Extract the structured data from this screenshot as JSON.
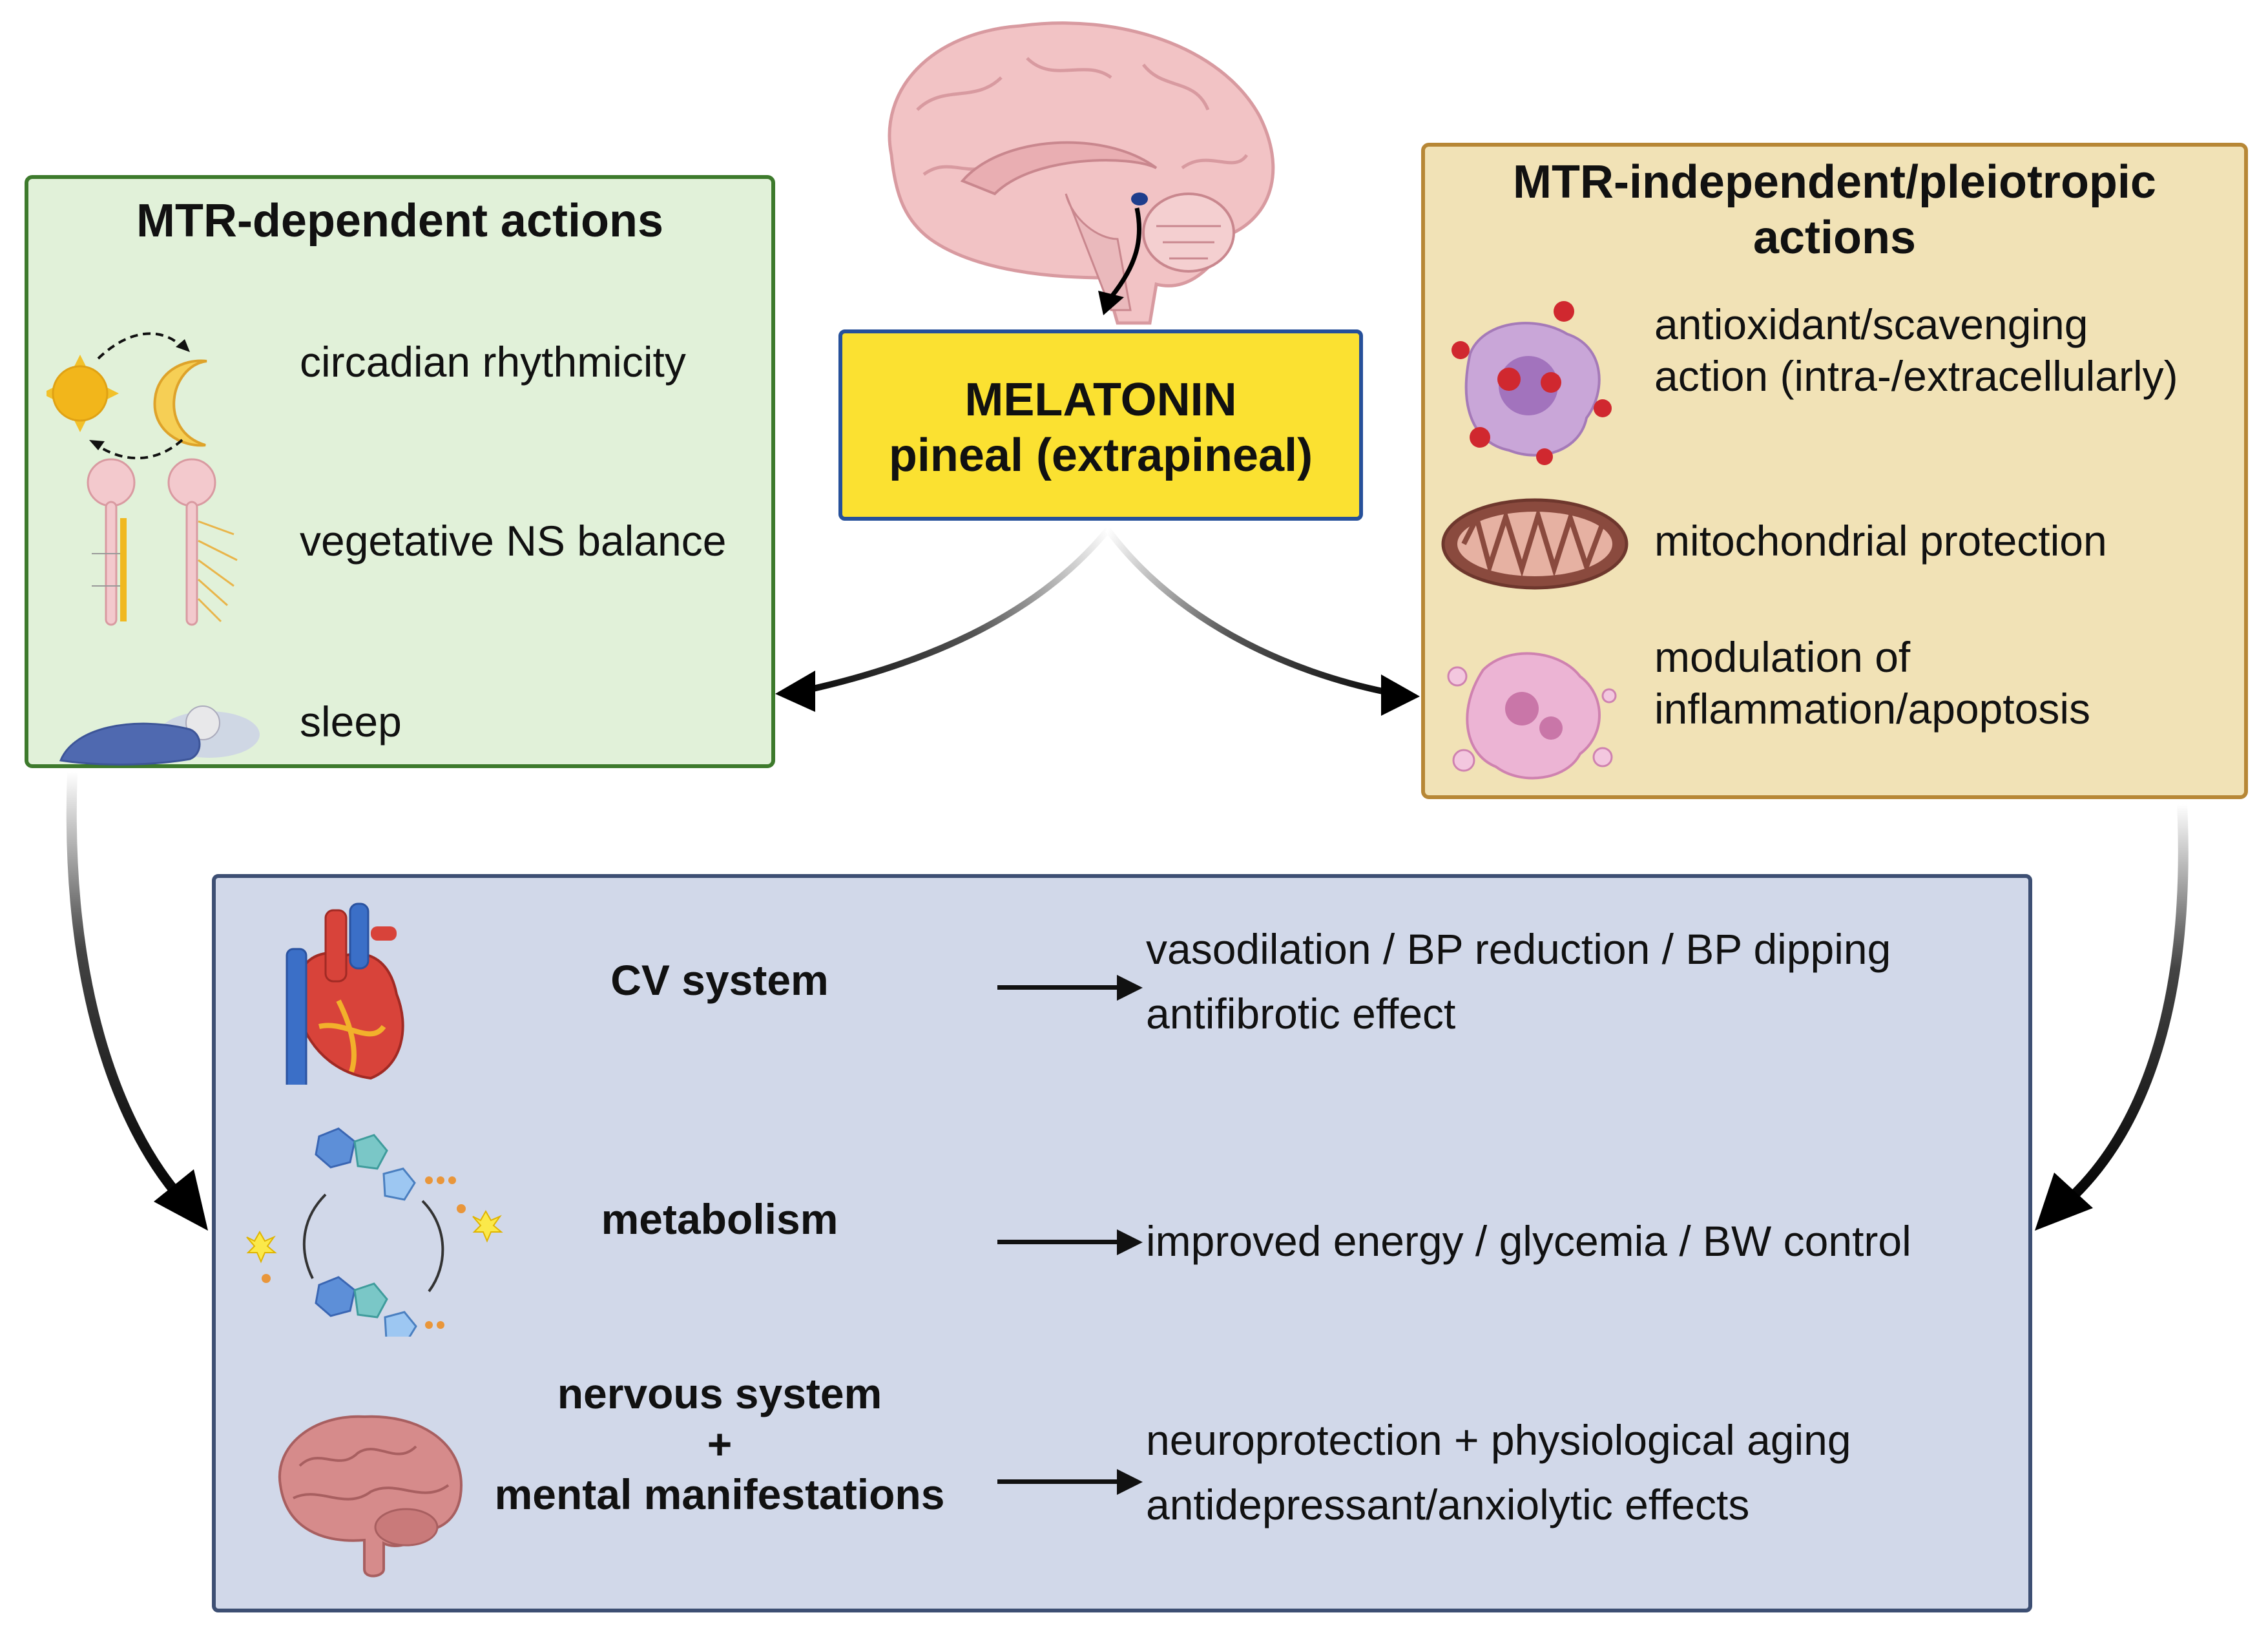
{
  "left_panel": {
    "title": "MTR-dependent actions",
    "items": [
      {
        "label": "circadian rhythmicity",
        "icon": "sun-moon-cycle-icon"
      },
      {
        "label": "vegetative NS balance",
        "icon": "spinal-cord-nervous-system-icon"
      },
      {
        "label": "sleep",
        "icon": "sleeping-person-icon"
      }
    ]
  },
  "center": {
    "title": "MELATONIN",
    "subtitle": "pineal (extrapineal)",
    "icon": "brain-pineal-gland-icon"
  },
  "right_panel": {
    "title_line1": "MTR-independent/pleiotropic",
    "title_line2": "actions",
    "items": [
      {
        "line1": "antioxidant/scavenging",
        "line2": "action (intra-/extracellularly)",
        "icon": "cell-with-free-radicals-icon"
      },
      {
        "line1": "mitochondrial protection",
        "line2": "",
        "icon": "mitochondrion-icon"
      },
      {
        "line1": "modulation of",
        "line2": "inflammation/apoptosis",
        "icon": "apoptotic-cell-icon"
      }
    ]
  },
  "bottom_panel": {
    "rows": [
      {
        "system": "CV system",
        "effects": [
          "vasodilation / BP reduction / BP dipping",
          "antifibrotic effect"
        ],
        "icon": "heart-icon"
      },
      {
        "system": "metabolism",
        "effects": [
          "improved energy / glycemia / BW control"
        ],
        "icon": "metabolic-cycle-icon"
      },
      {
        "system_lines": [
          "nervous system",
          "+",
          "mental manifestations"
        ],
        "effects": [
          "neuroprotection + physiological aging",
          "antidepressant/anxiolytic effects"
        ],
        "icon": "brain-icon"
      }
    ]
  },
  "colors": {
    "left_fill": "#e1f1d9",
    "left_border": "#3d7a2c",
    "right_fill": "#f1e2b6",
    "right_border": "#b78736",
    "center_fill": "#fbe131",
    "center_border": "#26509a",
    "bottom_fill": "#d1d8e9",
    "bottom_border": "#3d4f73"
  }
}
